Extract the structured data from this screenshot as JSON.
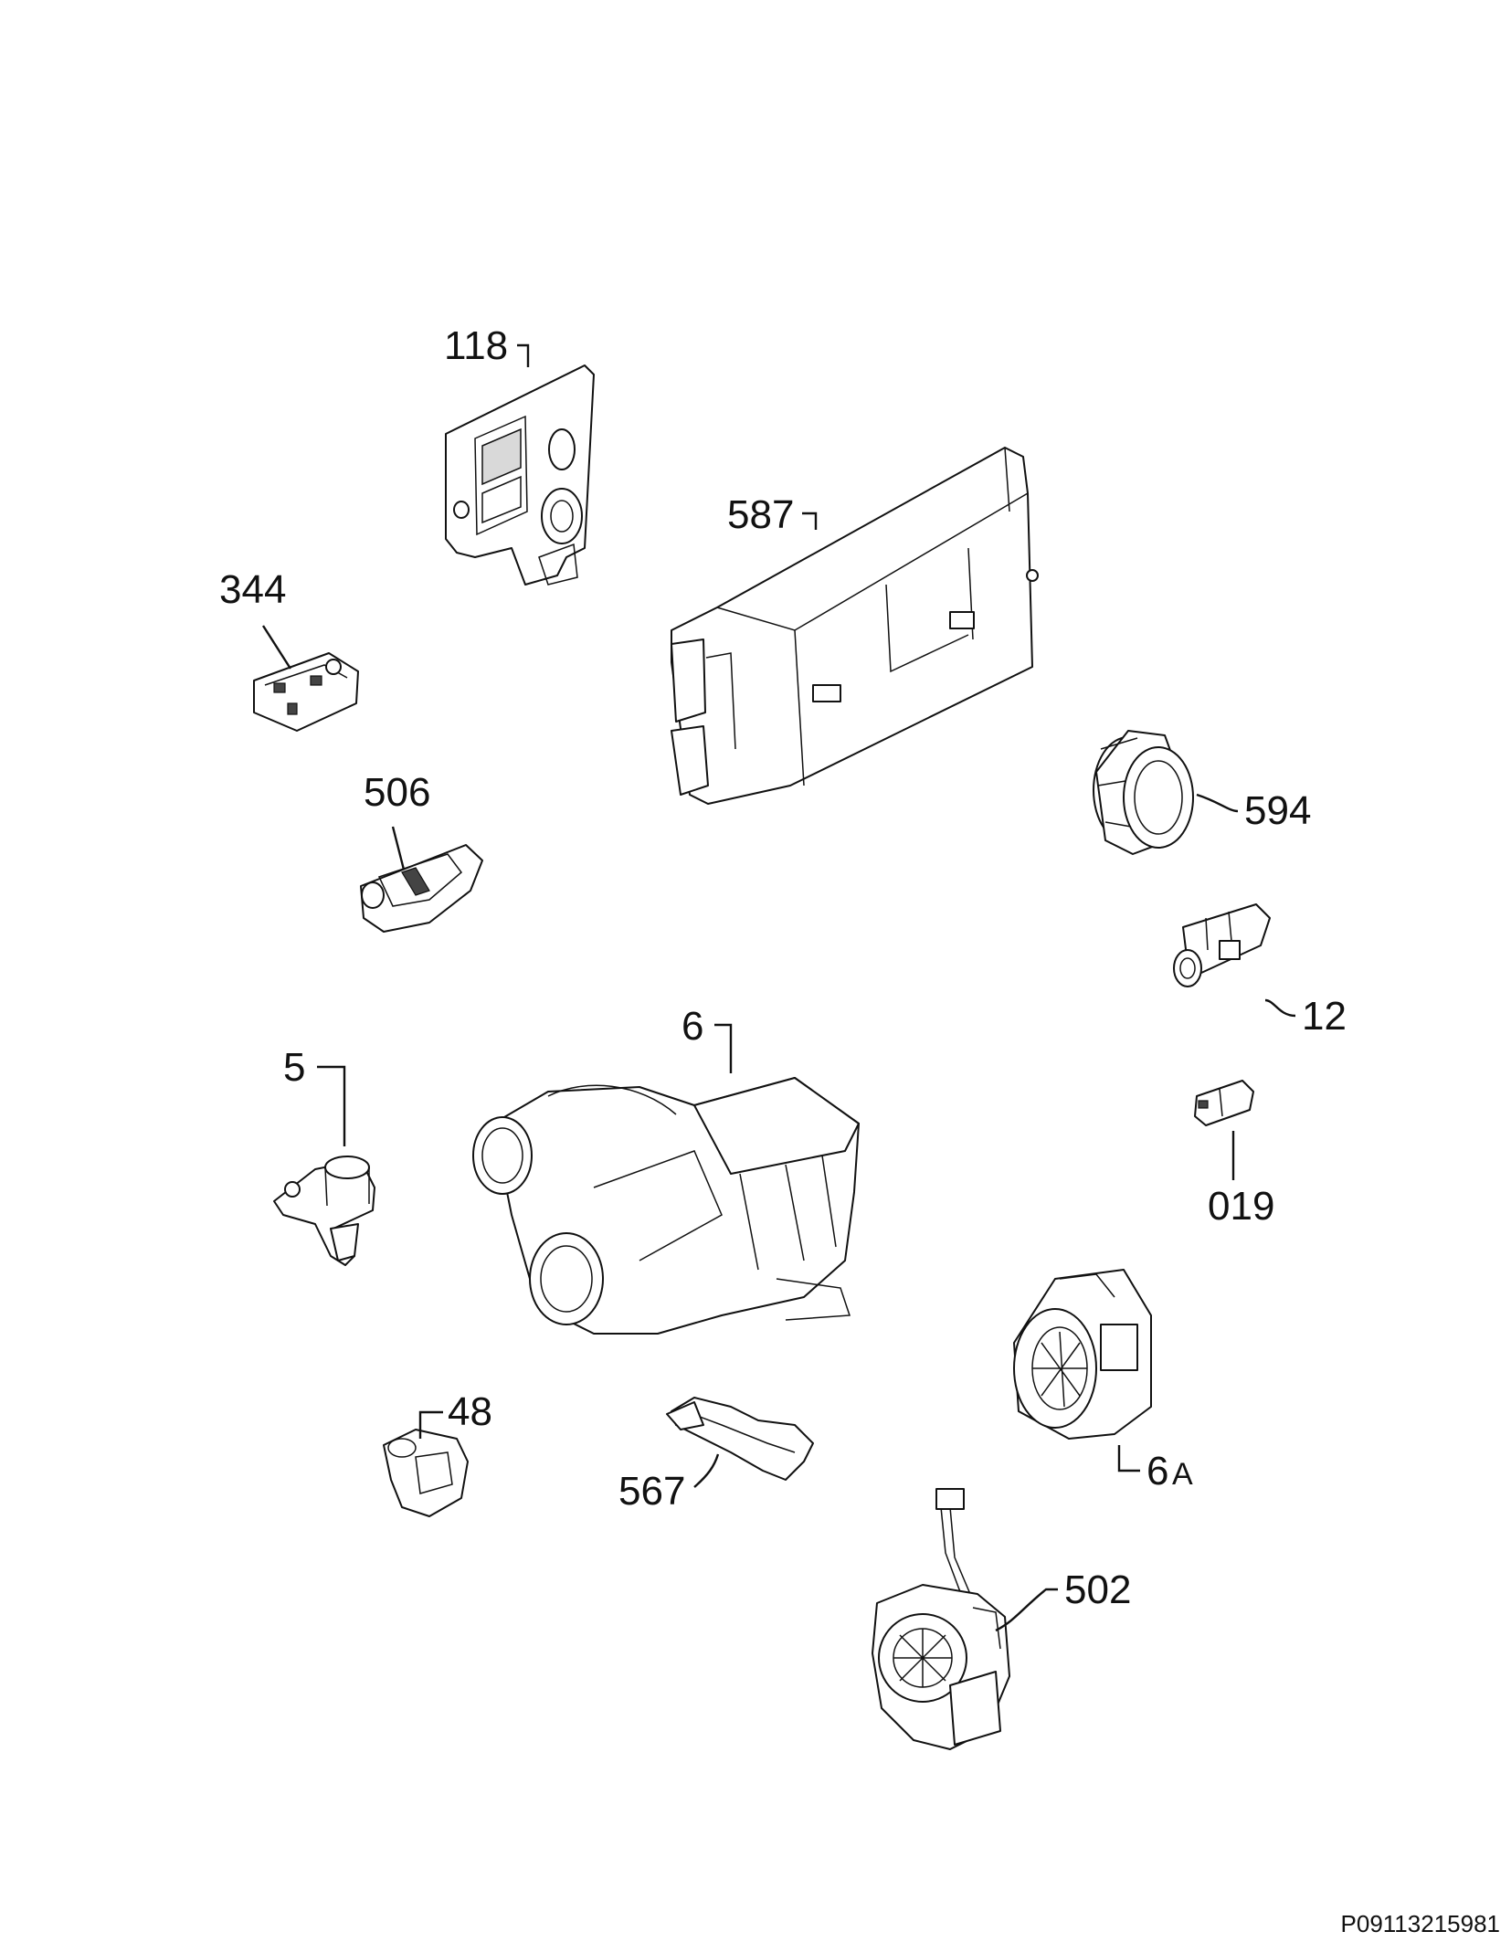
{
  "labels": {
    "p118": "118",
    "p587": "587",
    "p344": "344",
    "p506": "506",
    "p594": "594",
    "p12": "12",
    "p6": "6",
    "p5": "5",
    "p019": "019",
    "p48": "48",
    "p567": "567",
    "p6a_num": "6",
    "p6a_suffix": "A",
    "p502": "502"
  },
  "footer": {
    "code": "P09113215981"
  }
}
